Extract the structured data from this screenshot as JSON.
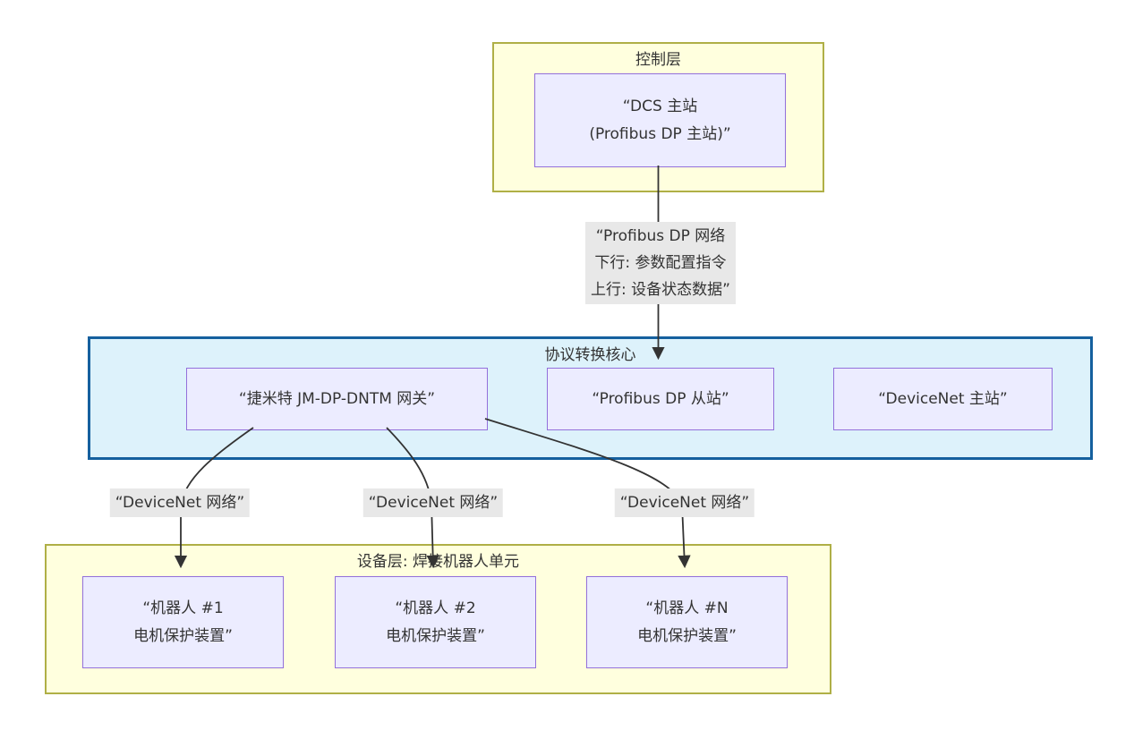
{
  "diagram": {
    "type": "flowchart",
    "clusters": {
      "control": {
        "title": "控制层"
      },
      "core": {
        "title": "协议转换核心"
      },
      "device": {
        "title": "设备层: 焊接机器人单元"
      }
    },
    "nodes": {
      "dcs": {
        "lines": [
          "“DCS 主站",
          "(Profibus DP 主站)”"
        ]
      },
      "gateway": {
        "lines": [
          "“捷米特 JM-DP-DNTM 网关”"
        ]
      },
      "profibus_slave": {
        "lines": [
          "“Profibus DP 从站”"
        ]
      },
      "devicenet_master": {
        "lines": [
          "“DeviceNet 主站”"
        ]
      },
      "robot1": {
        "lines": [
          "“机器人 #1",
          "电机保护装置”"
        ]
      },
      "robot2": {
        "lines": [
          "“机器人 #2",
          "电机保护装置”"
        ]
      },
      "robotn": {
        "lines": [
          "“机器人 #N",
          "电机保护装置”"
        ]
      }
    },
    "edges": {
      "dcs_to_slave": {
        "label_lines": [
          "“Profibus DP 网络",
          "下行: 参数配置指令",
          "上行: 设备状态数据”"
        ]
      },
      "gw_to_robot1": {
        "label": "“DeviceNet 网络”"
      },
      "gw_to_robot2": {
        "label": "“DeviceNet 网络”"
      },
      "gw_to_robotn": {
        "label": "“DeviceNet 网络”"
      }
    },
    "colors": {
      "node_fill": "#ECECFF",
      "node_border": "#9370DB",
      "cluster_yellow_fill": "#FFFFDE",
      "cluster_yellow_border": "#AFAF46",
      "cluster_blue_fill": "#DDF2FB",
      "cluster_blue_border": "#15609E",
      "edge_label_bg": "#E8E8E8",
      "line_color": "#333333",
      "text_color": "#333333"
    }
  }
}
